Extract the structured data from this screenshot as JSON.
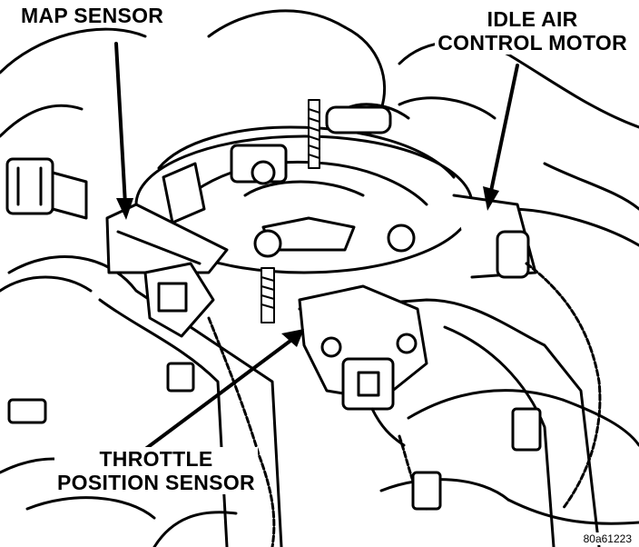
{
  "labels": {
    "map_sensor": "MAP SENSOR",
    "idle_air_line1": "IDLE AIR",
    "idle_air_line2": "CONTROL MOTOR",
    "throttle_line1": "THROTTLE",
    "throttle_line2": "POSITION SENSOR"
  },
  "figure_id": "80a61223",
  "colors": {
    "ink": "#000000",
    "paper": "#ffffff"
  }
}
